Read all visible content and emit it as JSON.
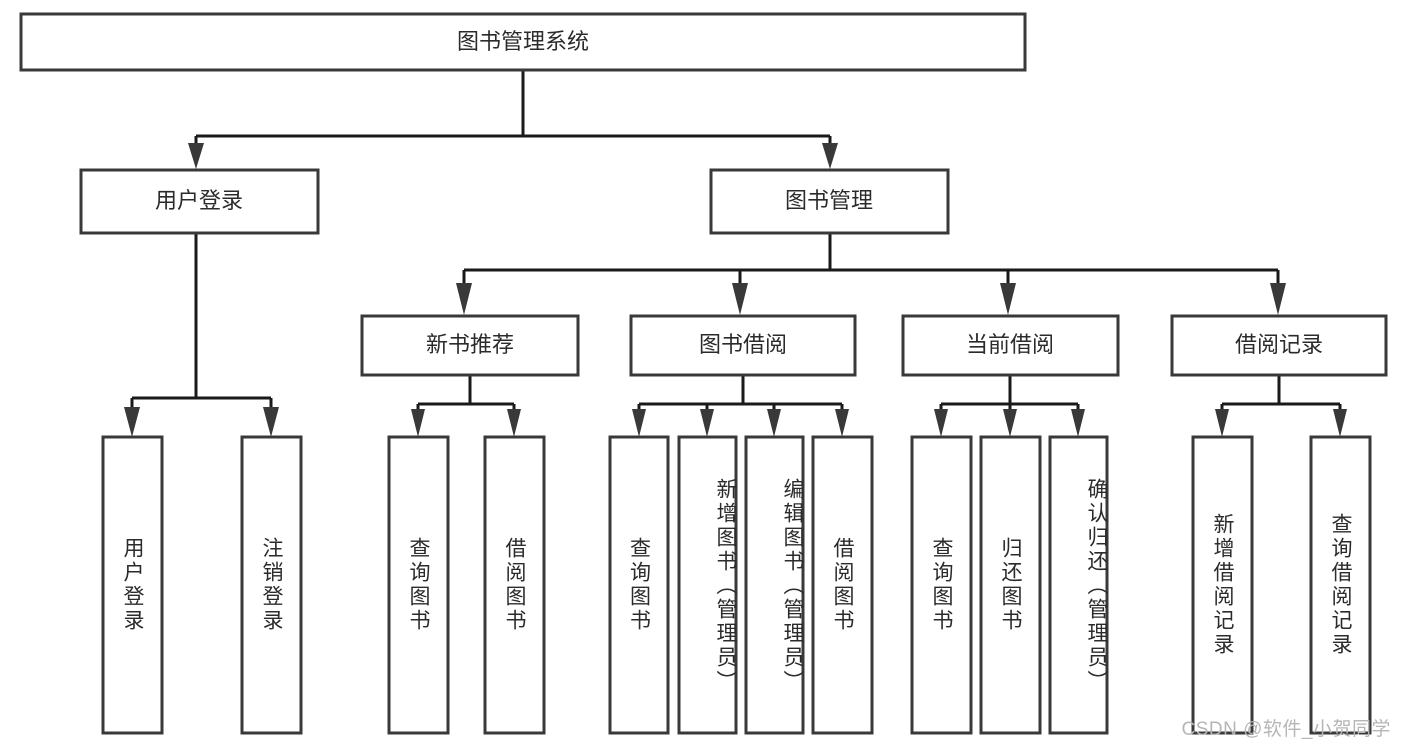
{
  "diagram": {
    "type": "tree",
    "title": "图书管理系统",
    "watermark": "CSDN @软件_小贺同学",
    "colors": {
      "box_stroke": "#393939",
      "box_fill": "#ffffff",
      "connector": "#1a1a1a",
      "text": "#2b2b2b",
      "watermark": "#b6b6b6",
      "background": "#ffffff"
    },
    "nodes": {
      "root": {
        "label": "图书管理系统",
        "orientation": "horizontal",
        "level": 0
      },
      "l1": [
        {
          "label": "用户登录",
          "orientation": "horizontal",
          "level": 1
        },
        {
          "label": "图书管理",
          "orientation": "horizontal",
          "level": 1
        }
      ],
      "l2": [
        {
          "label": "新书推荐",
          "orientation": "horizontal",
          "level": 2
        },
        {
          "label": "图书借阅",
          "orientation": "horizontal",
          "level": 2
        },
        {
          "label": "当前借阅",
          "orientation": "horizontal",
          "level": 2
        },
        {
          "label": "借阅记录",
          "orientation": "horizontal",
          "level": 2
        }
      ],
      "leaves": {
        "user_login": [
          {
            "label": "用户登录",
            "orientation": "vertical"
          },
          {
            "label": "注销登录",
            "orientation": "vertical"
          }
        ],
        "new_book_recommend": [
          {
            "label": "查询图书",
            "orientation": "vertical"
          },
          {
            "label": "借阅图书",
            "orientation": "vertical"
          }
        ],
        "book_borrow": [
          {
            "label": "查询图书",
            "orientation": "vertical"
          },
          {
            "label": "新增图书（管理员）",
            "orientation": "vertical"
          },
          {
            "label": "编辑图书（管理员）",
            "orientation": "vertical"
          },
          {
            "label": "借阅图书",
            "orientation": "vertical"
          }
        ],
        "current_borrow": [
          {
            "label": "查询图书",
            "orientation": "vertical"
          },
          {
            "label": "归还图书",
            "orientation": "vertical"
          },
          {
            "label": "确认归还（管理员）",
            "orientation": "vertical"
          }
        ],
        "borrow_record": [
          {
            "label": "新增借阅记录",
            "orientation": "vertical"
          },
          {
            "label": "查询借阅记录",
            "orientation": "vertical"
          }
        ]
      }
    }
  }
}
